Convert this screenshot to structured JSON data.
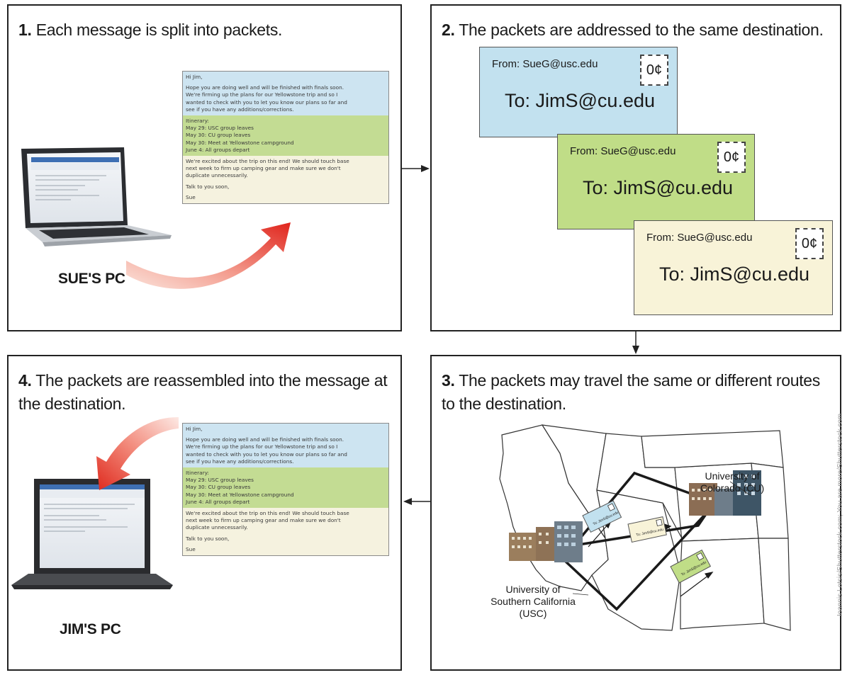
{
  "panels": {
    "p1": {
      "number": "1.",
      "text": "Each message is split into packets.",
      "pc_label": "SUE'S PC"
    },
    "p2": {
      "number": "2.",
      "text": "The packets are addressed to the same destination."
    },
    "p3": {
      "number": "3.",
      "text": "The packets may travel the same or different routes to the destination."
    },
    "p4": {
      "number": "4.",
      "text": "The packets are reassembled into the message at the destination.",
      "pc_label": "JIM'S PC"
    }
  },
  "message": {
    "greeting": "Hi Jim,",
    "para1": [
      "Hope you are doing well and will be finished with finals soon.",
      "We're firming up the plans for our Yellowstone trip and so I",
      "wanted to check with you to let you know our plans so far and",
      "see if you have any additions/corrections."
    ],
    "itinerary": [
      "Itinerary:",
      "May 29: USC group leaves",
      "May 30: CU group leaves",
      "May 30: Meet at Yellowstone campground",
      "June 4: All groups depart"
    ],
    "para3": [
      "We're excited about the trip on this end! We should touch base",
      "next week to firm up camping gear and make sure we don't",
      "duplicate unnecessarily."
    ],
    "signoff": "Talk to you soon,",
    "name": "Sue"
  },
  "envelope": {
    "from": "From: SueG@usc.edu",
    "to": "To: JimS@cu.edu",
    "stamp": "0¢"
  },
  "map": {
    "usc_label": "University of Southern California (USC)",
    "cu_label": "University of Colorado (CU)",
    "mini_to": "To: JimS@cu.edu"
  },
  "credit": "Ioannis Lotsis/Shutterstock.com; You are more/Shutterstock.com",
  "colors": {
    "packet_blue": "#c2e1ef",
    "packet_green": "#c0dd87",
    "packet_cream": "#f8f3d8",
    "arrow_red": "#e23b2c"
  }
}
